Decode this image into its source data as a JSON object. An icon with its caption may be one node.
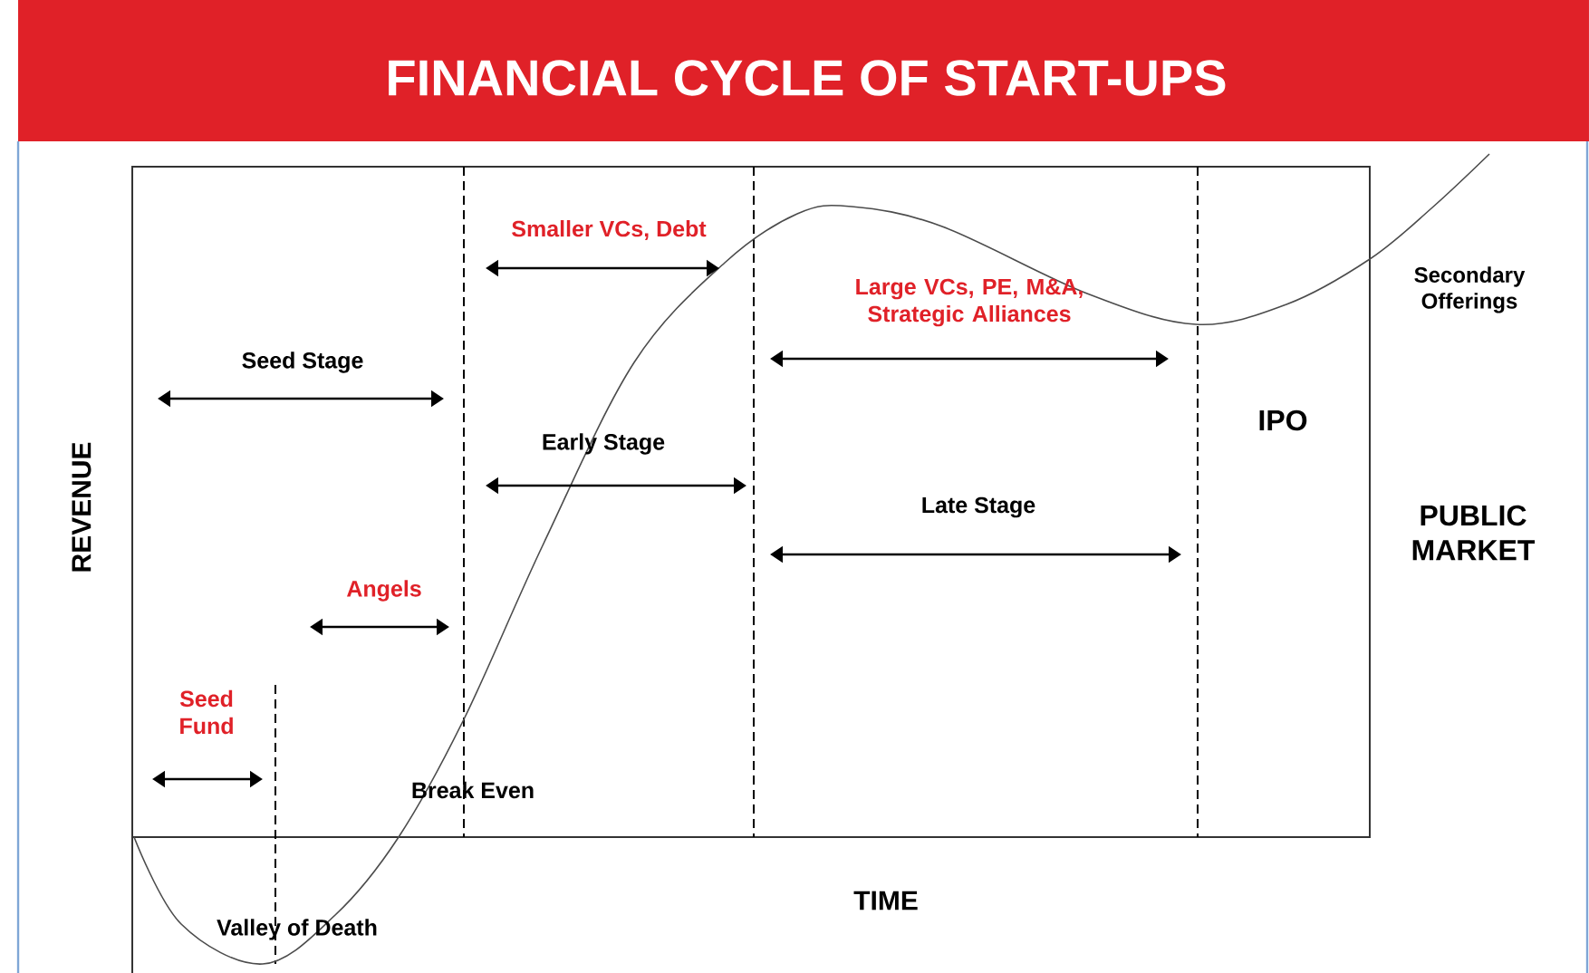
{
  "diagram": {
    "title": "FINANCIAL CYCLE OF START-UPS",
    "labels": [
      "Smaller VCs, Debt",
      "Large VCs, PE, M&A, Strategic Alliances",
      "Secondary Offerings",
      "Seed Stage",
      "IPO",
      "Early Stage",
      "REVENUE",
      "Late Stage",
      "PUBLIC MARKET",
      "Angels",
      "Seed Fund",
      "Break Even",
      "TIME",
      "Valley of Death"
    ]
  }
}
